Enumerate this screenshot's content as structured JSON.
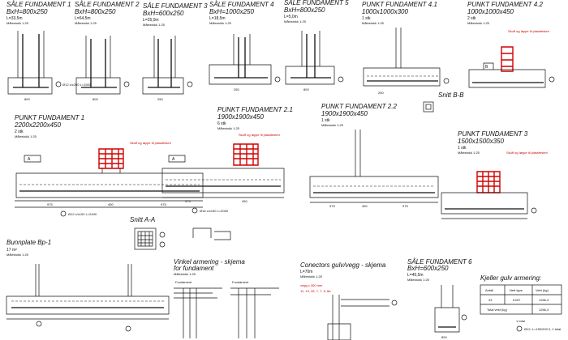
{
  "sheet": {
    "scale_label": "Målestokk  1:25"
  },
  "strip_footings": [
    {
      "title": "SÅLE FUNDAMENT 1",
      "size": "BxH=800x250",
      "length": "L=33,5m"
    },
    {
      "title": "SÅLE FUNDAMENT 2",
      "size": "BxH=800x250",
      "length": "L=64,5m"
    },
    {
      "title": "SÅLE FUNDAMENT 3",
      "size": "BxH=600x250",
      "length": "L=25,0m"
    },
    {
      "title": "SÅLE FUNDAMENT 4",
      "size": "BxH=1000x250",
      "length": "L=18,5m"
    },
    {
      "title": "SÅLE FUNDAMENT 5",
      "size": "BxH=800x250",
      "length": "L=5,0m"
    }
  ],
  "top_points": [
    {
      "title": "PUNKT FUNDAMENT 4.1",
      "size": "1000x1000x300",
      "count": "1 stk"
    },
    {
      "title": "PUNKT FUNDAMENT 4.2",
      "size": "1000x1000x450",
      "count": "2 stk"
    }
  ],
  "mid_points": [
    {
      "title": "PUNKT FUNDAMENT 1",
      "size": "2200x2200x450",
      "count": "2 stk"
    },
    {
      "title": "PUNKT FUNDAMENT 2.1",
      "size": "1900x1900x450",
      "count": "6 stk"
    },
    {
      "title": "PUNKT FUNDAMENT 2.2",
      "size": "1900x1900x450",
      "count": "1 stk"
    },
    {
      "title": "PUNKT FUNDAMENT 3",
      "size": "1500x1500x350",
      "count": "1 stk"
    }
  ],
  "annotations": {
    "bolt_note": "Skuff og løype til plassfesteri",
    "section_a": "A",
    "section_b": "B",
    "snitt_aa": "Snitt A-A",
    "snitt_bb": "Snitt B-B",
    "rebar_1": "Ø12 c/c200 L=1500",
    "rebar_2": "Ø16 c/c150 L=2000",
    "rebar_3": "Ø12 c/c100 L=2400",
    "dim_a": "975",
    "dim_b": "450",
    "dim_c": "250",
    "dim_d": "800"
  },
  "bunnplate": {
    "title": "Bunnplate  Bp-1",
    "area": "17 m²"
  },
  "vinkel": {
    "title": "Vinkel armering  -  skjema",
    "subtitle": "for fundament",
    "label_left": "Fundament",
    "label_right": "Fundament"
  },
  "connectors": {
    "title": "Conectors gulv/vegg  -  skjema",
    "length": "L=70m",
    "bolt_note": "vegg c.300 mm",
    "numbers": "11, 13, 26, 7, 7, 6, 8a"
  },
  "sale6": {
    "title": "SÅLE FUNDAMENT 6",
    "size": "BxH=600x250",
    "length": "L=40,5m"
  },
  "kjeller": {
    "title": "Kjeller gulv armering:",
    "headers": [
      "Antall",
      "Nett type",
      "Vekt (kg)"
    ],
    "row": [
      "33",
      "K257",
      "1266,3"
    ],
    "total_label": "Total vekt (kg)",
    "total_value": "1266,3"
  },
  "legend": {
    "label": "1 total",
    "detail": "Ø12, L=150/200 0, 1 total"
  }
}
